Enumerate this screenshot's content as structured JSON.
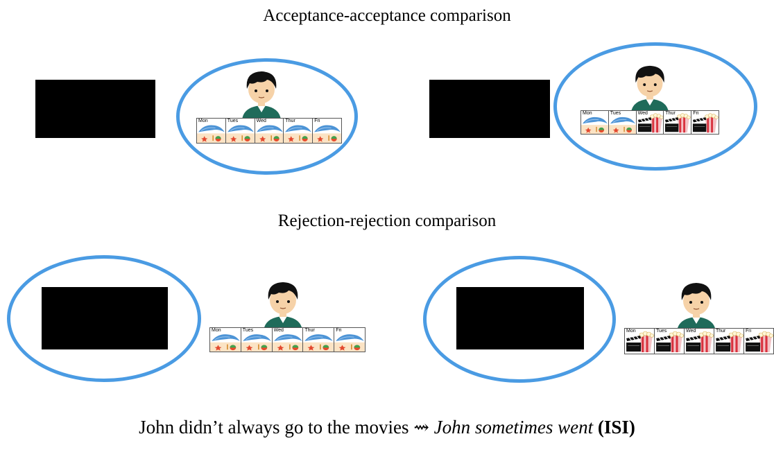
{
  "headings": {
    "acceptance": "Acceptance-acceptance comparison",
    "rejection": "Rejection-rejection comparison"
  },
  "caption": {
    "plain": "John didn’t always go to the movies ⇝ ",
    "italic": "John sometimes went",
    "bold": "(ISI)"
  },
  "colors": {
    "ring": "#4a9be3",
    "shirt": "#1f6b5a",
    "hair": "#111111",
    "skin": "#f6d2a8",
    "wave": "#4d94d6",
    "sand": "#f2a85c"
  },
  "panels": [
    {
      "group": "acceptance",
      "selected": "boy",
      "days": [
        {
          "label": "Mon",
          "activity": "beach-icon"
        },
        {
          "label": "Tues",
          "activity": "beach-icon"
        },
        {
          "label": "Wed",
          "activity": "beach-icon"
        },
        {
          "label": "Thur",
          "activity": "beach-icon"
        },
        {
          "label": "Fri",
          "activity": "beach-icon"
        }
      ]
    },
    {
      "group": "acceptance",
      "selected": "boy",
      "days": [
        {
          "label": "Mon",
          "activity": "beach-icon"
        },
        {
          "label": "Tues",
          "activity": "beach-icon"
        },
        {
          "label": "Wed",
          "activity": "movie-icon"
        },
        {
          "label": "Thur",
          "activity": "movie-icon"
        },
        {
          "label": "Fri",
          "activity": "movie-icon"
        }
      ]
    },
    {
      "group": "rejection",
      "selected": "black-box",
      "days": [
        {
          "label": "Mon",
          "activity": "beach-icon"
        },
        {
          "label": "Tues",
          "activity": "beach-icon"
        },
        {
          "label": "Wed",
          "activity": "beach-icon"
        },
        {
          "label": "Thur",
          "activity": "beach-icon"
        },
        {
          "label": "Fri",
          "activity": "beach-icon"
        }
      ]
    },
    {
      "group": "rejection",
      "selected": "black-box",
      "days": [
        {
          "label": "Mon",
          "activity": "movie-icon"
        },
        {
          "label": "Tues",
          "activity": "movie-icon"
        },
        {
          "label": "Wed",
          "activity": "movie-icon"
        },
        {
          "label": "Thur",
          "activity": "movie-icon"
        },
        {
          "label": "Fri",
          "activity": "movie-icon"
        }
      ]
    }
  ]
}
